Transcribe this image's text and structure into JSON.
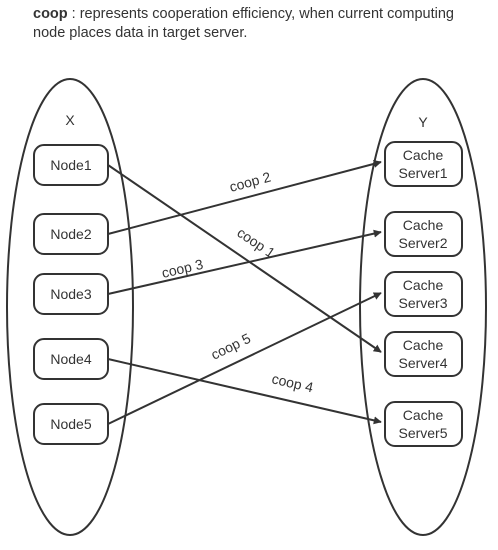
{
  "caption": {
    "term": "coop",
    "text": " : represents cooperation  efficiency, when current computing node places data in target server."
  },
  "set_x": {
    "label": "X"
  },
  "set_y": {
    "label": "Y"
  },
  "nodes": [
    "Node1",
    "Node2",
    "Node3",
    "Node4",
    "Node5"
  ],
  "servers": [
    [
      "Cache",
      "Server1"
    ],
    [
      "Cache",
      "Server2"
    ],
    [
      "Cache",
      "Server3"
    ],
    [
      "Cache",
      "Server4"
    ],
    [
      "Cache",
      "Server5"
    ]
  ],
  "edges": [
    {
      "from": "Node1",
      "to": "Cache Server4",
      "label": "coop 1"
    },
    {
      "from": "Node2",
      "to": "Cache Server1",
      "label": "coop 2"
    },
    {
      "from": "Node3",
      "to": "Cache Server2",
      "label": "coop 3"
    },
    {
      "from": "Node4",
      "to": "Cache Server5",
      "label": "coop 4"
    },
    {
      "from": "Node5",
      "to": "Cache Server3",
      "label": "coop  5"
    }
  ]
}
